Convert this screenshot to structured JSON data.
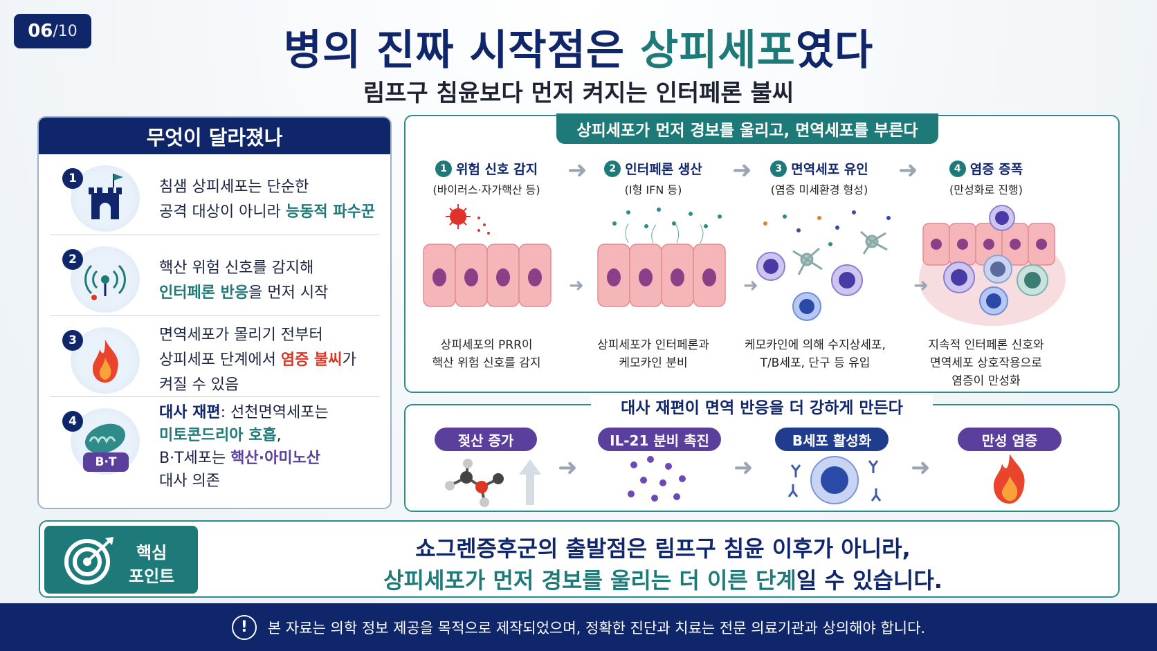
{
  "page": {
    "current": "06",
    "total": "/10"
  },
  "title": {
    "part1": "병의 진짜 시작점은 ",
    "highlight": "상피세포",
    "part2": "였다"
  },
  "subtitle": "림프구 침윤보다 먼저 켜지는 인터페론 불씨",
  "left_panel": {
    "header": "무엇이 달라졌나",
    "items": [
      {
        "num": "1",
        "icon": "castle-flag-icon",
        "l1": "침샘 상피세포는 단순한",
        "l2a": "공격 대상이 아니라 ",
        "l2b": "능동적 파수꾼"
      },
      {
        "num": "2",
        "icon": "signal-sensor-icon",
        "l1": "핵산 위험 신호를 감지해",
        "l2a": "인터페론 반응",
        "l2b": "을 먼저 시작"
      },
      {
        "num": "3",
        "icon": "flame-icon",
        "l1": "면역세포가 몰리기 전부터",
        "l2a": "상피세포 단계에서 ",
        "l2b": "염증 불씨",
        "l2c": "가",
        "l3": "켜질 수 있음"
      },
      {
        "num": "4",
        "icon": "mitochondria-icon",
        "badge": "B·T",
        "l1a": "대사 재편",
        "l1b": ": 선천면역세포는",
        "l2": "미토콘드리아 호흡",
        "l2c": ",",
        "l3a": "B·T세포는 ",
        "l3b": "핵산·아미노산",
        "l4": "대사 의존"
      }
    ]
  },
  "flow": {
    "header": "상피세포가 먼저 경보를 울리고, 면역세포를 부른다",
    "steps": [
      {
        "num": "1",
        "title": "위험 신호 감지",
        "sub": "(바이러스·자가핵산 등)",
        "d1": "상피세포의 PRR이",
        "d2": "핵산 위험 신호를 감지",
        "d3": ""
      },
      {
        "num": "2",
        "title": "인터페론 생산",
        "sub": "(I형 IFN 등)",
        "d1": "상피세포가 인터페론과",
        "d2": "케모카인 분비",
        "d3": ""
      },
      {
        "num": "3",
        "title": "면역세포 유인",
        "sub": "(염증 미세환경 형성)",
        "d1": "케모카인에 의해 수지상세포,",
        "d2": "T/B세포, 단구 등 유입",
        "d3": ""
      },
      {
        "num": "4",
        "title": "염증 증폭",
        "sub": "(만성화로 진행)",
        "d1": "지속적 인터페론 신호와",
        "d2": "면역세포 상호작용으로",
        "d3": "염증이 만성화"
      }
    ]
  },
  "metabolism": {
    "header": "대사 재편이 면역 반응을 더 강하게 만든다",
    "steps": [
      "젖산 증가",
      "IL-21 분비 촉진",
      "B세포 활성화",
      "만성 염증"
    ]
  },
  "key_point": {
    "label1": "핵심",
    "label2": "포인트",
    "line1": "쇼그렌증후군의 출발점은 림프구 침윤 이후가 아니라,",
    "line2a": "상피세포가 먼저 경보를 울리는 더 이른 단계",
    "line2b": "일 수 있습니다."
  },
  "footer": {
    "icon": "!",
    "text": "본 자료는 의학 정보 제공을 목적으로 제작되었으며, 정확한 진단과 치료는 전문 의료기관과 상의해야 합니다."
  },
  "colors": {
    "navy": "#10266b",
    "teal": "#1d7a78",
    "red": "#e03524",
    "purple": "#5b3f9c"
  }
}
